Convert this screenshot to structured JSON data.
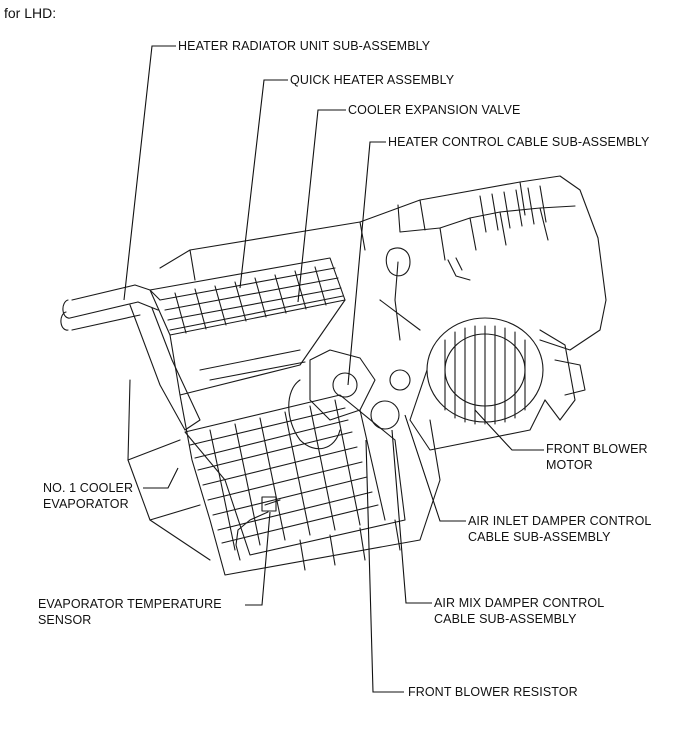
{
  "header": {
    "text": "for LHD:"
  },
  "labels": {
    "heater_radiator": "HEATER RADIATOR UNIT SUB-ASSEMBLY",
    "quick_heater": "QUICK HEATER ASSEMBLY",
    "cooler_expansion": "COOLER EXPANSION VALVE",
    "heater_control_cable": "HEATER CONTROL CABLE SUB-ASSEMBLY",
    "front_blower_motor_1": "FRONT BLOWER",
    "front_blower_motor_2": "MOTOR",
    "cooler_evaporator_1": "NO. 1 COOLER",
    "cooler_evaporator_2": "EVAPORATOR",
    "air_inlet_damper_1": "AIR INLET DAMPER CONTROL",
    "air_inlet_damper_2": "CABLE SUB-ASSEMBLY",
    "evap_temp_sensor_1": "EVAPORATOR TEMPERATURE",
    "evap_temp_sensor_2": "SENSOR",
    "air_mix_damper_1": "AIR MIX DAMPER CONTROL",
    "air_mix_damper_2": "CABLE SUB-ASSEMBLY",
    "front_blower_resistor": "FRONT BLOWER RESISTOR"
  },
  "colors": {
    "line": "#111111",
    "drawing": "#1a1a1a",
    "background": "#ffffff"
  }
}
